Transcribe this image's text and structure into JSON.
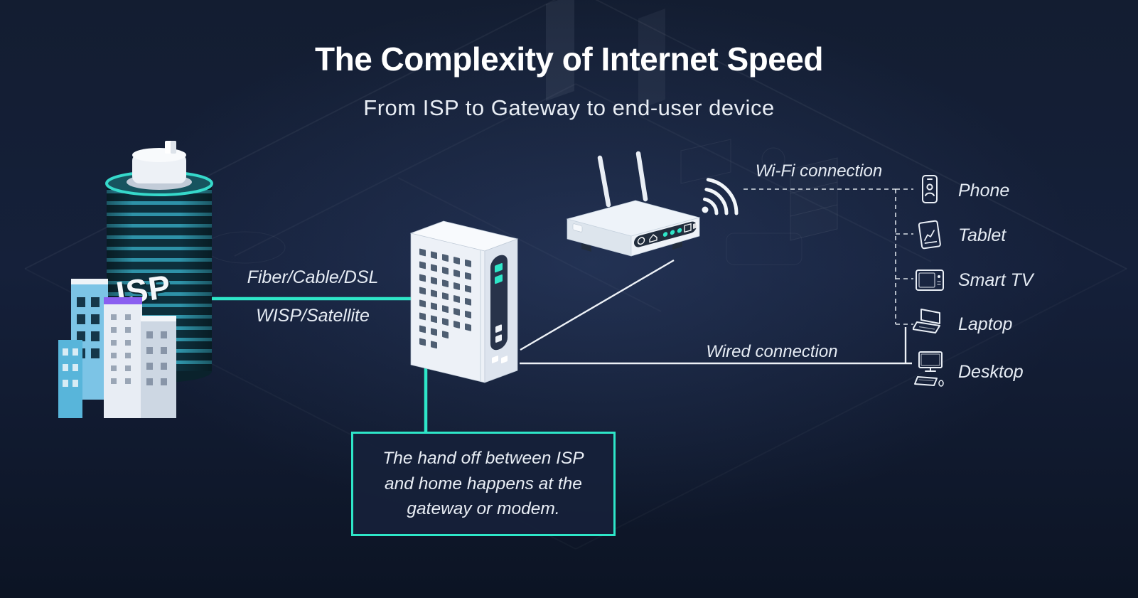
{
  "header": {
    "title": "The Complexity of Internet Speed",
    "subtitle": "From ISP to Gateway to end-user device"
  },
  "isp": {
    "label": "ISP"
  },
  "links": {
    "fiber_label": "Fiber/Cable/DSL",
    "wisp_label": "WISP/Satellite",
    "wifi_label": "Wi-Fi connection",
    "wired_label": "Wired connection"
  },
  "devices": [
    {
      "label": "Phone"
    },
    {
      "label": "Tablet"
    },
    {
      "label": "Smart TV"
    },
    {
      "label": "Laptop"
    },
    {
      "label": "Desktop"
    }
  ],
  "callout": {
    "text": "The hand off between ISP and home happens at the gateway or modem."
  },
  "colors": {
    "accent": "#2ee6c8",
    "background": "#131d31",
    "text": "#ffffff"
  }
}
